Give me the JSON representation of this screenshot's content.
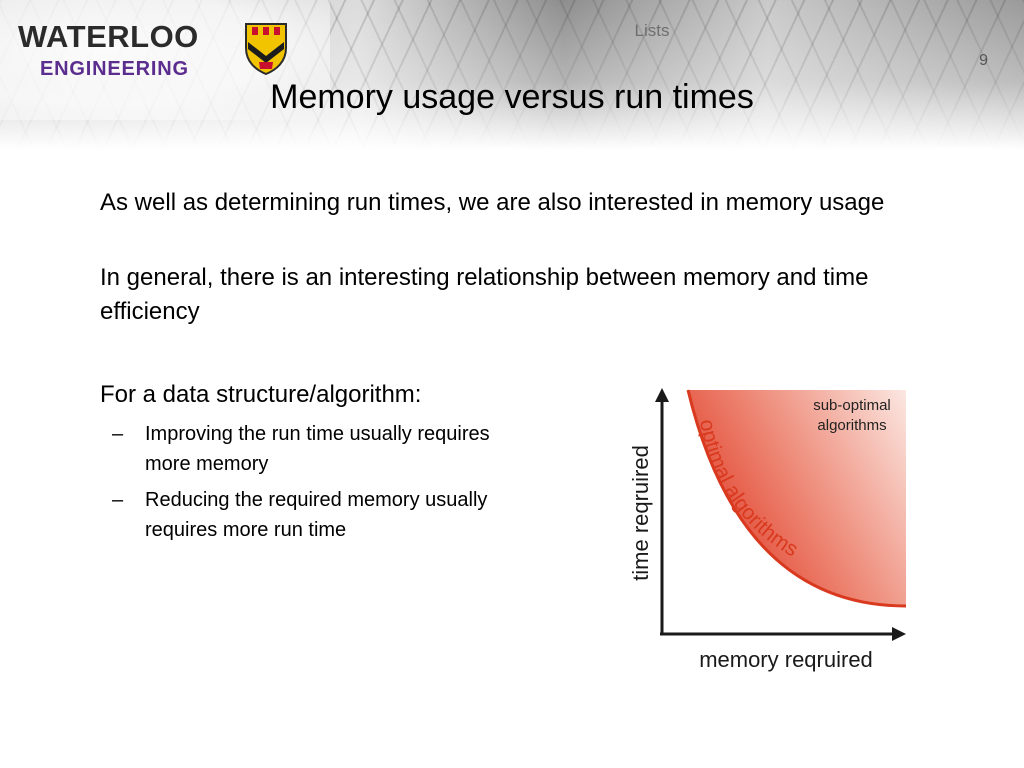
{
  "header": {
    "logo_line1": "WATERLOO",
    "logo_line2": "ENGINEERING",
    "section": "Lists",
    "page_number": "9"
  },
  "slide": {
    "title": "Memory usage versus run times",
    "paragraphs": [
      "As well as determining run times, we are also interested in memory usage",
      "In general, there is an interesting relationship between memory and time efficiency",
      "For a data structure/algorithm:"
    ],
    "sub_bullets": [
      {
        "dash": "–",
        "text": "Improving the run time usually requires more memory"
      },
      {
        "dash": "–",
        "text": "Reducing the required memory usually requires more run time"
      }
    ]
  },
  "figure": {
    "curve_label": "optimal algorithms",
    "region_label_line1": "sub-optimal",
    "region_label_line2": "algorithms",
    "x_axis_label": "memory reqruired",
    "y_axis_label": "time reqruired"
  },
  "colors": {
    "brand_purple": "#5b2d8e",
    "region_dark": "#e0402a",
    "region_light": "#fbe7e1",
    "curve_text": "#d93a1f"
  }
}
